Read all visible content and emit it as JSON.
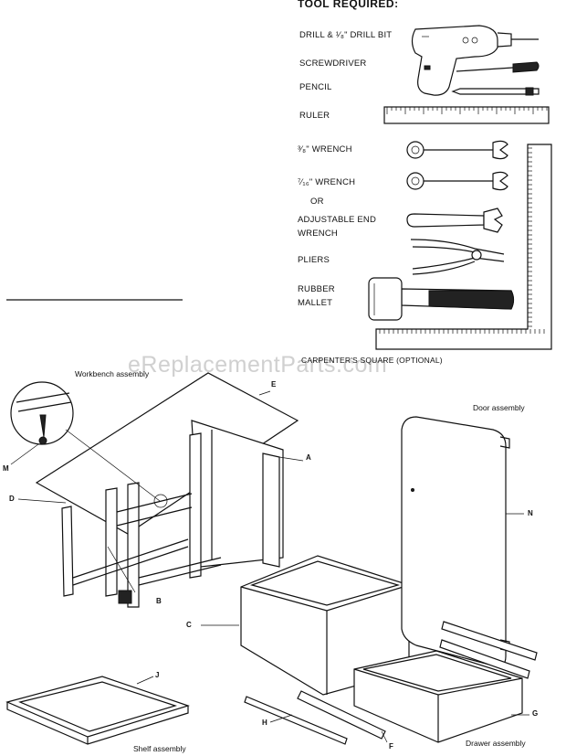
{
  "header": {
    "title": "TOOL REQUIRED:"
  },
  "tools": [
    {
      "id": "drill",
      "label": "DRILL & ¹⁄₈\" DRILL BIT"
    },
    {
      "id": "screwdriver",
      "label": "SCREWDRIVER"
    },
    {
      "id": "pencil",
      "label": "PENCIL"
    },
    {
      "id": "ruler",
      "label": "RULER"
    },
    {
      "id": "wrench-38",
      "label": "³⁄₈\" WRENCH"
    },
    {
      "id": "wrench-716",
      "label": "⁷⁄₁₆\" WRENCH"
    },
    {
      "id": "or",
      "label": "OR"
    },
    {
      "id": "adjustable-line1",
      "label": "ADJUSTABLE END"
    },
    {
      "id": "adjustable-line2",
      "label": "WRENCH"
    },
    {
      "id": "pliers",
      "label": "PLIERS"
    },
    {
      "id": "mallet-line1",
      "label": "RUBBER"
    },
    {
      "id": "mallet-line2",
      "label": "MALLET"
    },
    {
      "id": "square",
      "label": "CARPENTER'S SQUARE (OPTIONAL)"
    }
  ],
  "captions": {
    "workbench": "Workbench assembly",
    "door": "Door assembly",
    "shelf": "Shelf assembly",
    "drawer": "Drawer assembly"
  },
  "parts": {
    "A": "A",
    "B": "B",
    "C": "C",
    "D": "D",
    "E": "E",
    "F": "F",
    "G": "G",
    "H": "H",
    "J": "J",
    "M": "M",
    "N": "N"
  },
  "watermark": "eReplacementParts.com"
}
